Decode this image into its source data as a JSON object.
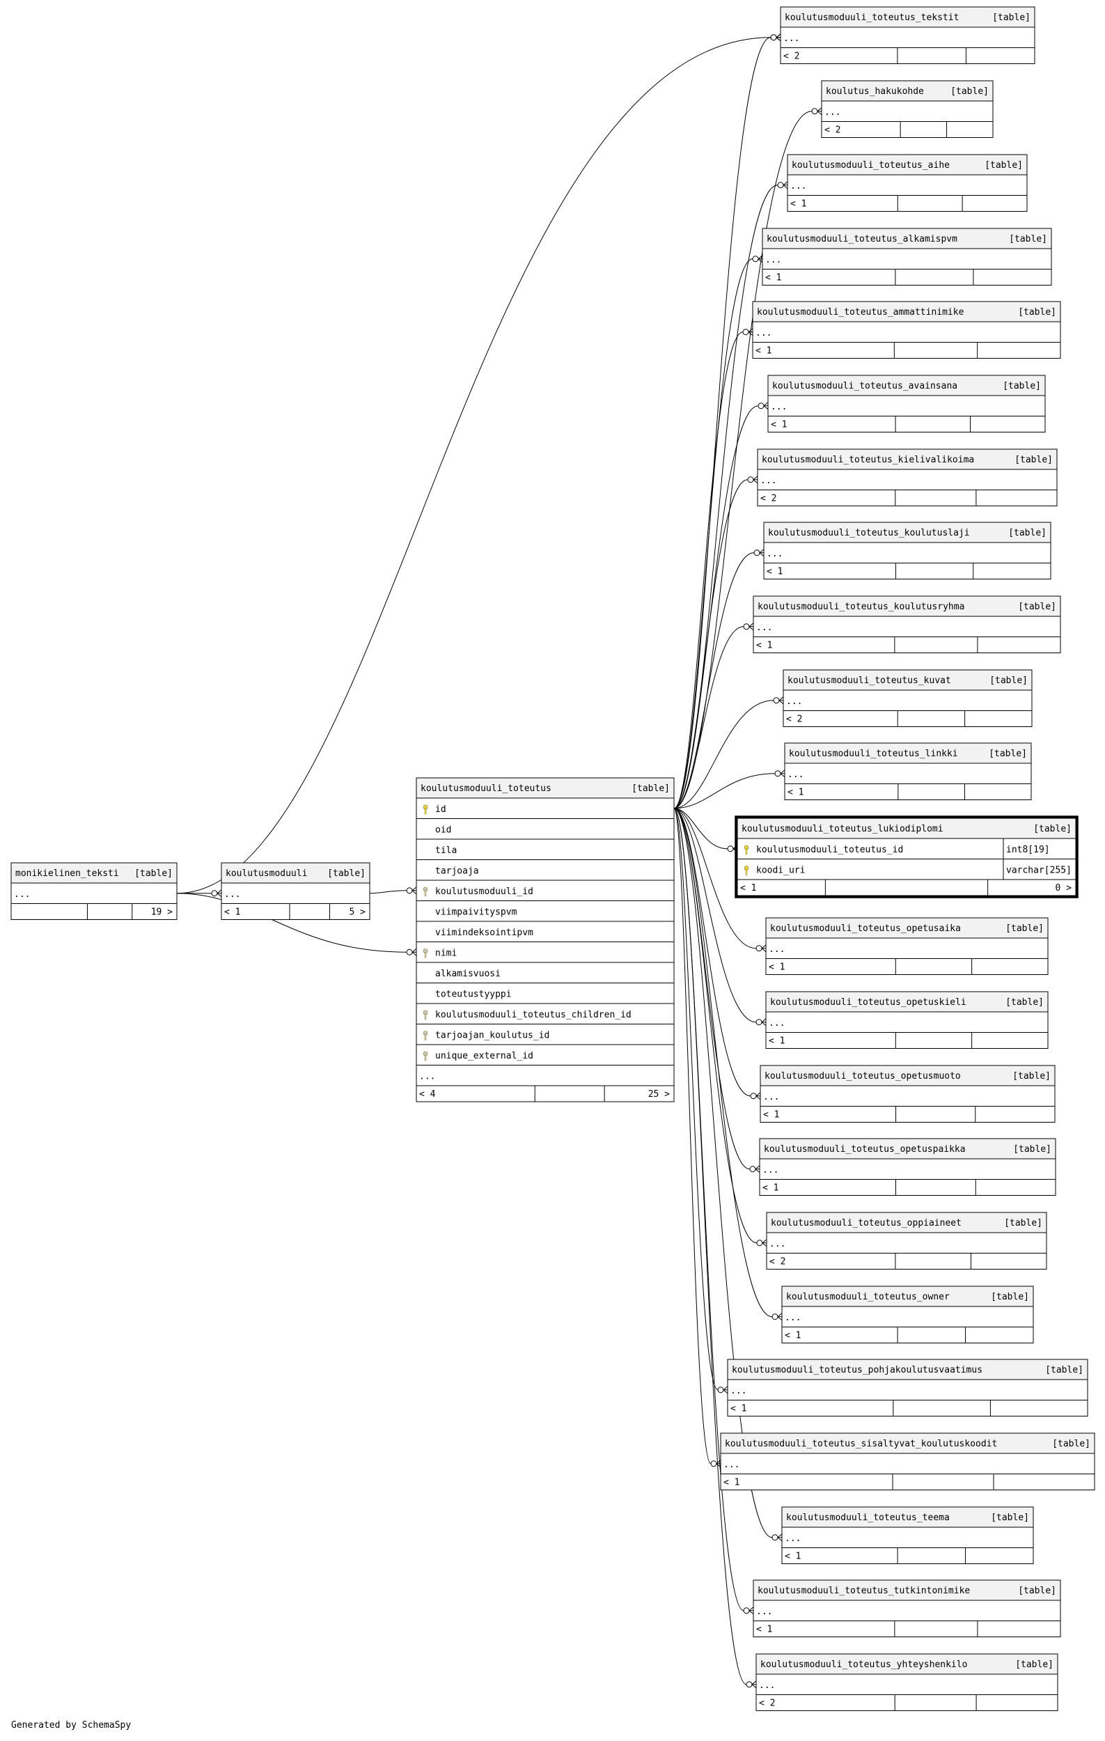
{
  "title_tag": "[table]",
  "footer": "Generated by SchemaSpy",
  "key_color": "#e6d34a",
  "header_fill": "#f2f2f2",
  "tables": {
    "monikielinen_teksti": {
      "name": "monikielinen_teksti",
      "cols": [
        {
          "n": "...",
          "k": ""
        }
      ],
      "parents": "",
      "children": "19 >"
    },
    "koulutusmoduuli": {
      "name": "koulutusmoduuli",
      "cols": [
        {
          "n": "...",
          "k": ""
        }
      ],
      "parents": "< 1",
      "children": "5 >"
    },
    "koulutusmoduuli_toteutus": {
      "name": "koulutusmoduuli_toteutus",
      "cols": [
        {
          "n": "id",
          "k": "pk"
        },
        {
          "n": "oid",
          "k": ""
        },
        {
          "n": "tila",
          "k": ""
        },
        {
          "n": "tarjoaja",
          "k": ""
        },
        {
          "n": "koulutusmoduuli_id",
          "k": "fk"
        },
        {
          "n": "viimpaivityspvm",
          "k": ""
        },
        {
          "n": "viimindeksointipvm",
          "k": ""
        },
        {
          "n": "nimi",
          "k": "fk"
        },
        {
          "n": "alkamisvuosi",
          "k": ""
        },
        {
          "n": "toteutustyyppi",
          "k": ""
        },
        {
          "n": "koulutusmoduuli_toteutus_children_id",
          "k": "fk"
        },
        {
          "n": "tarjoajan_koulutus_id",
          "k": "fk"
        },
        {
          "n": "unique_external_id",
          "k": "fk"
        },
        {
          "n": "...",
          "k": ""
        }
      ],
      "parents": "< 4",
      "children": "25 >"
    },
    "tekstit": {
      "name": "koulutusmoduuli_toteutus_tekstit",
      "cols": [
        {
          "n": "...",
          "k": ""
        }
      ],
      "parents": "< 2",
      "children": ""
    },
    "hakukohde": {
      "name": "koulutus_hakukohde",
      "cols": [
        {
          "n": "...",
          "k": ""
        }
      ],
      "parents": "< 2",
      "children": ""
    },
    "aihe": {
      "name": "koulutusmoduuli_toteutus_aihe",
      "cols": [
        {
          "n": "...",
          "k": ""
        }
      ],
      "parents": "< 1",
      "children": ""
    },
    "alkamispvm": {
      "name": "koulutusmoduuli_toteutus_alkamispvm",
      "cols": [
        {
          "n": "...",
          "k": ""
        }
      ],
      "parents": "< 1",
      "children": ""
    },
    "ammattinimike": {
      "name": "koulutusmoduuli_toteutus_ammattinimike",
      "cols": [
        {
          "n": "...",
          "k": ""
        }
      ],
      "parents": "< 1",
      "children": ""
    },
    "avainsana": {
      "name": "koulutusmoduuli_toteutus_avainsana",
      "cols": [
        {
          "n": "...",
          "k": ""
        }
      ],
      "parents": "< 1",
      "children": ""
    },
    "kielivalikoima": {
      "name": "koulutusmoduuli_toteutus_kielivalikoima",
      "cols": [
        {
          "n": "...",
          "k": ""
        }
      ],
      "parents": "< 2",
      "children": ""
    },
    "koulutuslaji": {
      "name": "koulutusmoduuli_toteutus_koulutuslaji",
      "cols": [
        {
          "n": "...",
          "k": ""
        }
      ],
      "parents": "< 1",
      "children": ""
    },
    "koulutusryhma": {
      "name": "koulutusmoduuli_toteutus_koulutusryhma",
      "cols": [
        {
          "n": "...",
          "k": ""
        }
      ],
      "parents": "< 1",
      "children": ""
    },
    "kuvat": {
      "name": "koulutusmoduuli_toteutus_kuvat",
      "cols": [
        {
          "n": "...",
          "k": ""
        }
      ],
      "parents": "< 2",
      "children": ""
    },
    "linkki": {
      "name": "koulutusmoduuli_toteutus_linkki",
      "cols": [
        {
          "n": "...",
          "k": ""
        }
      ],
      "parents": "< 1",
      "children": ""
    },
    "lukiodiplomi": {
      "name": "koulutusmoduuli_toteutus_lukiodiplomi",
      "cols": [
        {
          "n": "koulutusmoduuli_toteutus_id",
          "k": "pk",
          "t": "int8[19]"
        },
        {
          "n": "koodi_uri",
          "k": "pk",
          "t": "varchar[255]"
        }
      ],
      "parents": "< 1",
      "children": "0 >"
    },
    "opetusaika": {
      "name": "koulutusmoduuli_toteutus_opetusaika",
      "cols": [
        {
          "n": "...",
          "k": ""
        }
      ],
      "parents": "< 1",
      "children": ""
    },
    "opetuskieli": {
      "name": "koulutusmoduuli_toteutus_opetuskieli",
      "cols": [
        {
          "n": "...",
          "k": ""
        }
      ],
      "parents": "< 1",
      "children": ""
    },
    "opetusmuoto": {
      "name": "koulutusmoduuli_toteutus_opetusmuoto",
      "cols": [
        {
          "n": "...",
          "k": ""
        }
      ],
      "parents": "< 1",
      "children": ""
    },
    "opetuspaikka": {
      "name": "koulutusmoduuli_toteutus_opetuspaikka",
      "cols": [
        {
          "n": "...",
          "k": ""
        }
      ],
      "parents": "< 1",
      "children": ""
    },
    "oppiaineet": {
      "name": "koulutusmoduuli_toteutus_oppiaineet",
      "cols": [
        {
          "n": "...",
          "k": ""
        }
      ],
      "parents": "< 2",
      "children": ""
    },
    "owner": {
      "name": "koulutusmoduuli_toteutus_owner",
      "cols": [
        {
          "n": "...",
          "k": ""
        }
      ],
      "parents": "< 1",
      "children": ""
    },
    "pohjakoulutusvaatimus": {
      "name": "koulutusmoduuli_toteutus_pohjakoulutusvaatimus",
      "cols": [
        {
          "n": "...",
          "k": ""
        }
      ],
      "parents": "< 1",
      "children": ""
    },
    "sisaltyvat": {
      "name": "koulutusmoduuli_toteutus_sisaltyvat_koulutuskoodit",
      "cols": [
        {
          "n": "...",
          "k": ""
        }
      ],
      "parents": "< 1",
      "children": ""
    },
    "teema": {
      "name": "koulutusmoduuli_toteutus_teema",
      "cols": [
        {
          "n": "...",
          "k": ""
        }
      ],
      "parents": "< 1",
      "children": ""
    },
    "tutkintonimike": {
      "name": "koulutusmoduuli_toteutus_tutkintonimike",
      "cols": [
        {
          "n": "...",
          "k": ""
        }
      ],
      "parents": "< 1",
      "children": ""
    },
    "yhteyshenkilo": {
      "name": "koulutusmoduuli_toteutus_yhteyshenkilo",
      "cols": [
        {
          "n": "...",
          "k": ""
        }
      ],
      "parents": "< 2",
      "children": ""
    }
  },
  "relations": [
    {
      "from": "monikielinen_teksti",
      "to": "koulutusmoduuli"
    },
    {
      "from": "monikielinen_teksti",
      "to": "koulutusmoduuli_toteutus"
    },
    {
      "from": "monikielinen_teksti",
      "to": "tekstit"
    },
    {
      "from": "koulutusmoduuli",
      "to": "koulutusmoduuli_toteutus"
    },
    {
      "from": "koulutusmoduuli_toteutus",
      "to": "tekstit"
    },
    {
      "from": "koulutusmoduuli_toteutus",
      "to": "hakukohde"
    },
    {
      "from": "koulutusmoduuli_toteutus",
      "to": "aihe"
    },
    {
      "from": "koulutusmoduuli_toteutus",
      "to": "alkamispvm"
    },
    {
      "from": "koulutusmoduuli_toteutus",
      "to": "ammattinimike"
    },
    {
      "from": "koulutusmoduuli_toteutus",
      "to": "avainsana"
    },
    {
      "from": "koulutusmoduuli_toteutus",
      "to": "kielivalikoima"
    },
    {
      "from": "koulutusmoduuli_toteutus",
      "to": "koulutuslaji"
    },
    {
      "from": "koulutusmoduuli_toteutus",
      "to": "koulutusryhma"
    },
    {
      "from": "koulutusmoduuli_toteutus",
      "to": "kuvat"
    },
    {
      "from": "koulutusmoduuli_toteutus",
      "to": "linkki"
    },
    {
      "from": "koulutusmoduuli_toteutus",
      "to": "lukiodiplomi"
    },
    {
      "from": "koulutusmoduuli_toteutus",
      "to": "opetusaika"
    },
    {
      "from": "koulutusmoduuli_toteutus",
      "to": "opetuskieli"
    },
    {
      "from": "koulutusmoduuli_toteutus",
      "to": "opetusmuoto"
    },
    {
      "from": "koulutusmoduuli_toteutus",
      "to": "opetuspaikka"
    },
    {
      "from": "koulutusmoduuli_toteutus",
      "to": "oppiaineet"
    },
    {
      "from": "koulutusmoduuli_toteutus",
      "to": "owner"
    },
    {
      "from": "koulutusmoduuli_toteutus",
      "to": "pohjakoulutusvaatimus"
    },
    {
      "from": "koulutusmoduuli_toteutus",
      "to": "sisaltyvat"
    },
    {
      "from": "koulutusmoduuli_toteutus",
      "to": "teema"
    },
    {
      "from": "koulutusmoduuli_toteutus",
      "to": "tutkintonimike"
    },
    {
      "from": "koulutusmoduuli_toteutus",
      "to": "yhteyshenkilo"
    }
  ]
}
